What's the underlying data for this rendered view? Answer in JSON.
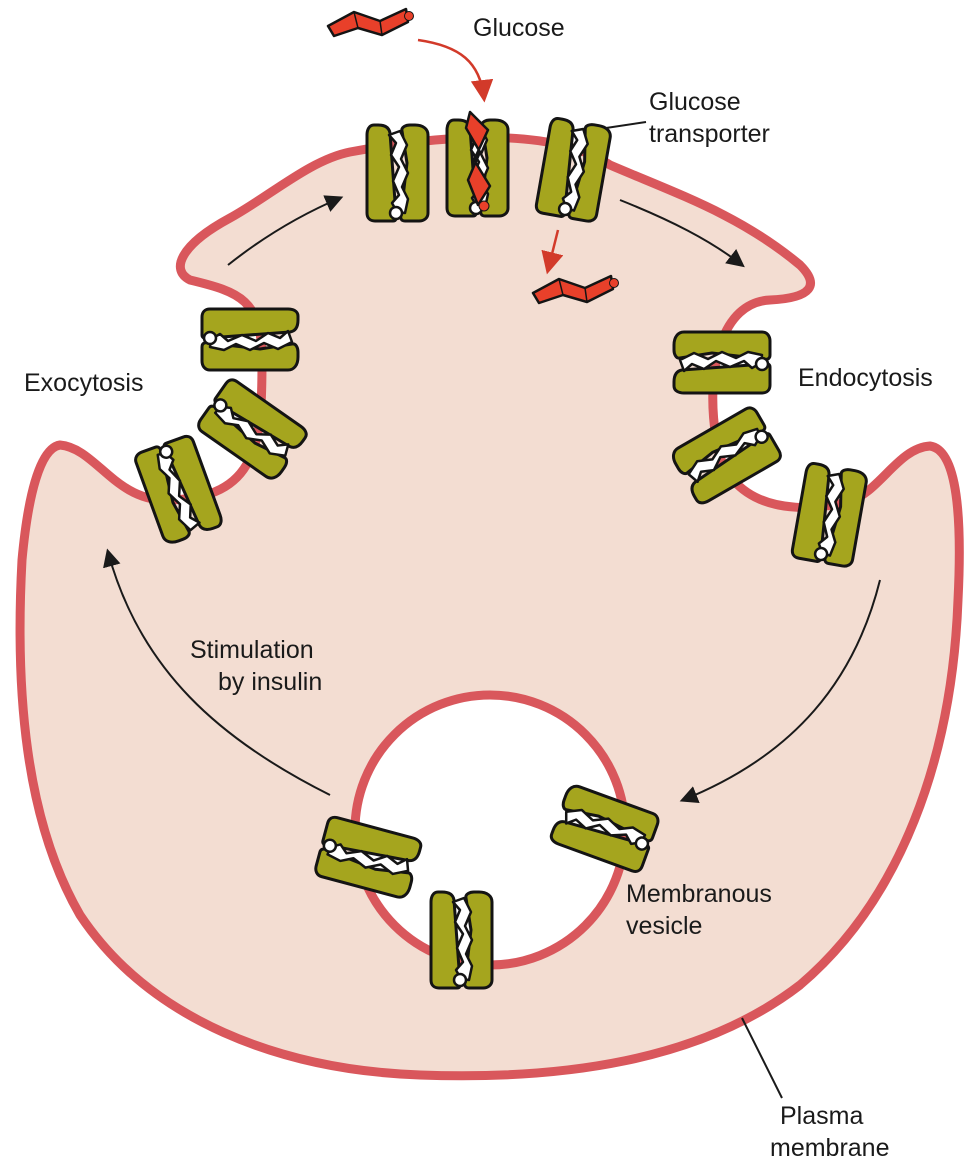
{
  "labels": {
    "glucose": "Glucose",
    "transporter_line1": "Glucose",
    "transporter_line2": "transporter",
    "exocytosis": "Exocytosis",
    "endocytosis": "Endocytosis",
    "stimulation_line1": "Stimulation",
    "stimulation_line2": "by insulin",
    "vesicle_line1": "Membranous",
    "vesicle_line2": "vesicle",
    "plasma_line1": "Plasma",
    "plasma_line2": "membrane"
  },
  "colors": {
    "membrane": "#d9575c",
    "cytoplasm": "#f3ddd2",
    "transporter": "#a5a51e",
    "glucose": "#e8402a",
    "arrow_dark": "#1a1a1a",
    "arrow_red": "#d23a2a"
  }
}
